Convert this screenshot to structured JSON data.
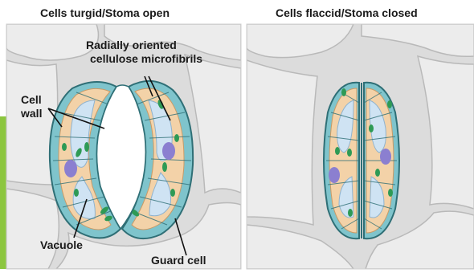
{
  "panels": {
    "left": {
      "title": "Cells turgid/Stoma open"
    },
    "right": {
      "title": "Cells flaccid/Stoma closed"
    }
  },
  "labels": {
    "microfibrils_line1": "Radially oriented",
    "microfibrils_line2": "cellulose microfibrils",
    "cell_wall_line1": "Cell",
    "cell_wall_line2": "wall",
    "vacuole": "Vacuole",
    "guard_cell": "Guard cell"
  },
  "colors": {
    "wall": "#7fc4cc",
    "wall_stroke": "#2f6f76",
    "cytoplasm": "#f3d2a8",
    "vacuole": "#cfe3f3",
    "nucleus": "#8b7fd0",
    "chloroplast": "#2e9a55",
    "background_cells": "#ececec",
    "background_stroke": "#b9b9b9",
    "left_accent_bar": "#8cc63f"
  }
}
